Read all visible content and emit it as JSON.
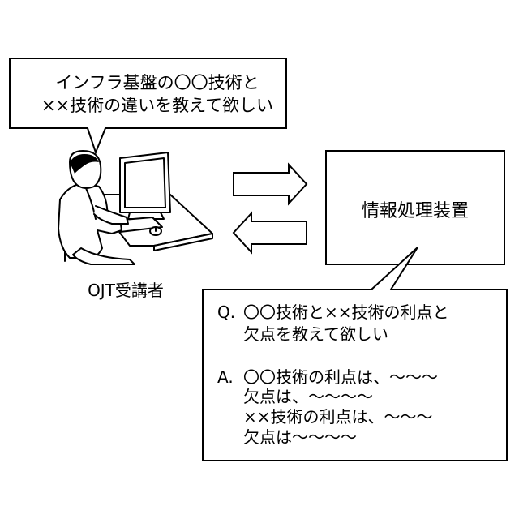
{
  "trainee": {
    "question_bubble_lines": [
      "インフラ基盤の〇〇技術と",
      "××技術の違いを教えて欲しい"
    ],
    "label": "OJT受講者"
  },
  "device": {
    "label": "情報処理装置"
  },
  "response": {
    "q_prefix": "Q.",
    "q_lines": [
      "〇〇技術と××技術の利点と",
      "欠点を教えて欲しい"
    ],
    "a_prefix": "A.",
    "a_lines": [
      "〇〇技術の利点は、〜〜〜",
      "欠点は、〜〜〜〜",
      "××技術の利点は、〜〜〜",
      "欠点は〜〜〜〜"
    ]
  },
  "arrows": [
    {
      "direction": "right",
      "meaning": "to-device"
    },
    {
      "direction": "left",
      "meaning": "to-trainee"
    }
  ]
}
